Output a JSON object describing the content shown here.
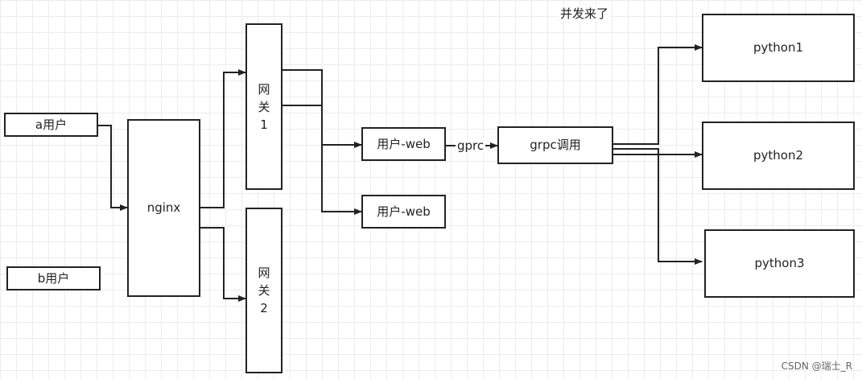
{
  "title": "并发来了",
  "nodes": {
    "a_user": "a用户",
    "b_user": "b用户",
    "nginx": "nginx",
    "gateway1": [
      "网",
      "关",
      "1"
    ],
    "gateway2": [
      "网",
      "关",
      "2"
    ],
    "user_web_1": "用户-web",
    "user_web_2": "用户-web",
    "grpc_call": "grpc调用",
    "python1": "python1",
    "python2": "python2",
    "python3": "python3"
  },
  "edge_labels": {
    "grpc": "gprc"
  },
  "watermark": "CSDN @瑞士_R",
  "colors": {
    "stroke": "#222222",
    "grid": "#ececec"
  }
}
